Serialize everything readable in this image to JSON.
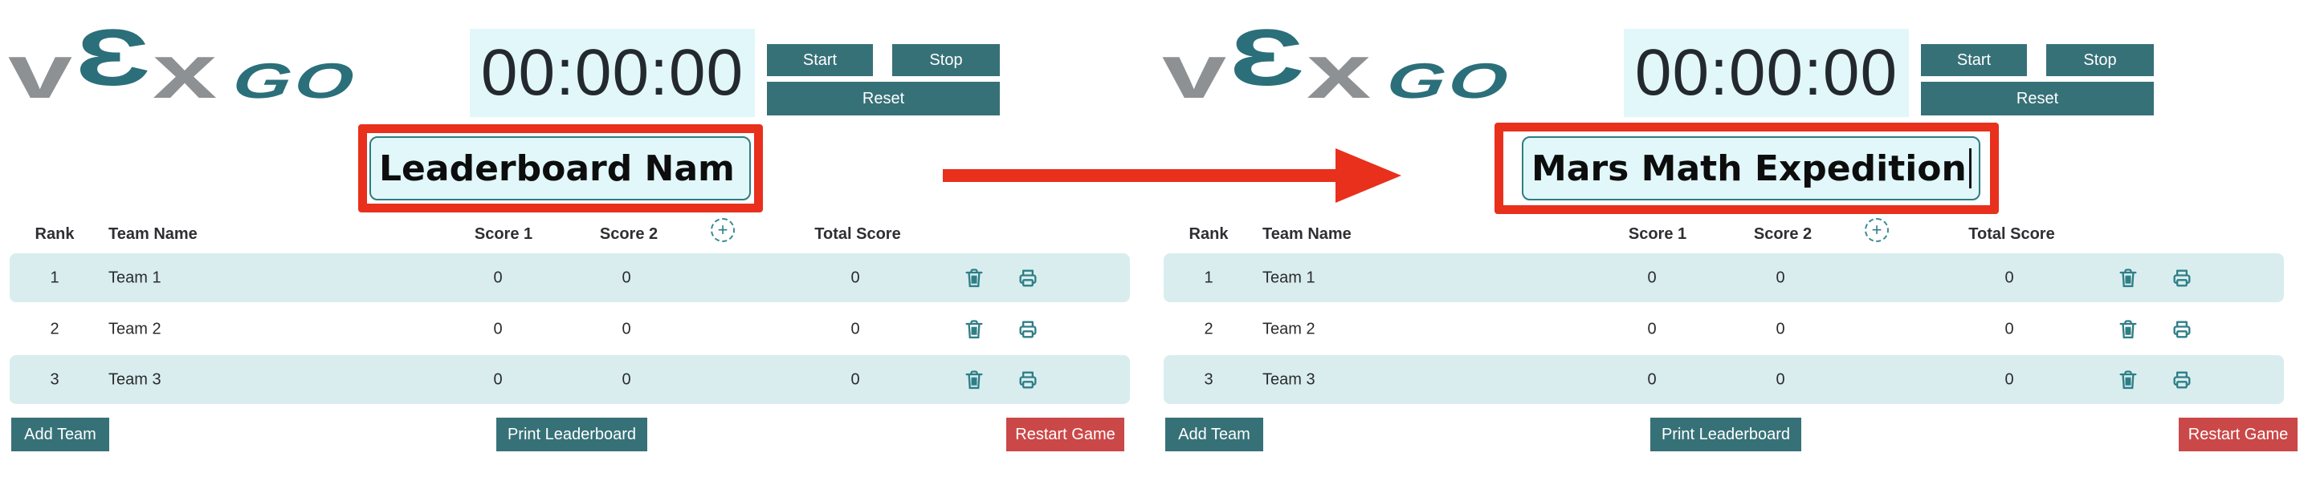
{
  "brand": {
    "v": "v",
    "e": "Ɛ",
    "x": "x",
    "go": "GO"
  },
  "annotation": {
    "arrow_color": "#e8301d",
    "box_color": "#e8301d"
  },
  "colors": {
    "teal_button": "#377178",
    "brand_teal": "#2b6f7a",
    "brand_gray": "#8e9193",
    "row_bg": "#d9edee",
    "field_bg": "#e1f7fa",
    "field_border": "#2e7d80",
    "annotation_red": "#e8301d",
    "restart_red": "#cb4848",
    "icon_teal": "#2e7e86"
  },
  "panels": [
    {
      "timer": "00:00:00",
      "controls": {
        "start": "Start",
        "stop": "Stop",
        "reset": "Reset"
      },
      "leaderboard_name": "Leaderboard Nam",
      "table": {
        "headers": {
          "rank": "Rank",
          "team": "Team Name",
          "score1": "Score 1",
          "score2": "Score 2",
          "total": "Total Score"
        },
        "add_score_icon": "+",
        "rows": [
          {
            "rank": "1",
            "team": "Team 1",
            "score1": "0",
            "score2": "0",
            "total": "0"
          },
          {
            "rank": "2",
            "team": "Team 2",
            "score1": "0",
            "score2": "0",
            "total": "0"
          },
          {
            "rank": "3",
            "team": "Team 3",
            "score1": "0",
            "score2": "0",
            "total": "0"
          }
        ]
      },
      "footer": {
        "add_team": "Add Team",
        "print": "Print Leaderboard",
        "restart": "Restart Game"
      }
    },
    {
      "timer": "00:00:00",
      "controls": {
        "start": "Start",
        "stop": "Stop",
        "reset": "Reset"
      },
      "leaderboard_name": "Mars Math Expedition",
      "table": {
        "headers": {
          "rank": "Rank",
          "team": "Team Name",
          "score1": "Score 1",
          "score2": "Score 2",
          "total": "Total Score"
        },
        "add_score_icon": "+",
        "rows": [
          {
            "rank": "1",
            "team": "Team 1",
            "score1": "0",
            "score2": "0",
            "total": "0"
          },
          {
            "rank": "2",
            "team": "Team 2",
            "score1": "0",
            "score2": "0",
            "total": "0"
          },
          {
            "rank": "3",
            "team": "Team 3",
            "score1": "0",
            "score2": "0",
            "total": "0"
          }
        ]
      },
      "footer": {
        "add_team": "Add Team",
        "print": "Print Leaderboard",
        "restart": "Restart Game"
      }
    }
  ]
}
